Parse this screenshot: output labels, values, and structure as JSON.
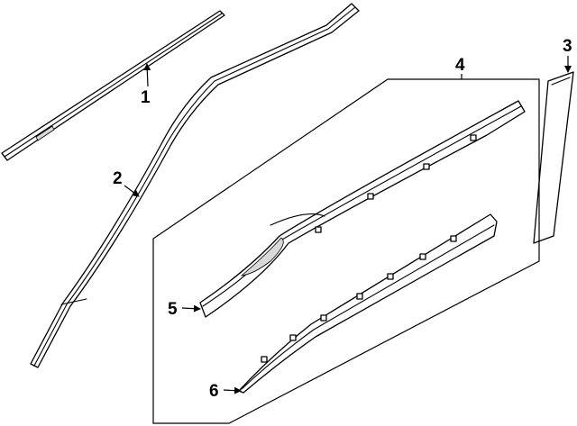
{
  "diagram": {
    "callouts": [
      {
        "label": "1"
      },
      {
        "label": "2"
      },
      {
        "label": "3"
      },
      {
        "label": "4"
      },
      {
        "label": "5"
      },
      {
        "label": "6"
      }
    ],
    "colors": {
      "line": "#000000",
      "background": "#ffffff",
      "shade": "#d9d9d9"
    }
  }
}
